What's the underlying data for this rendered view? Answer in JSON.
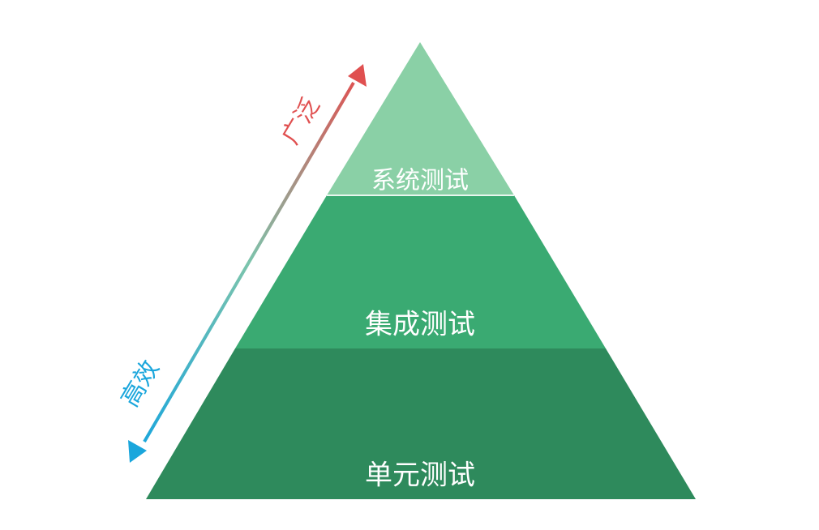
{
  "pyramid": {
    "tiers": [
      {
        "label": "系统测试",
        "color": "#8ad0a6"
      },
      {
        "label": "集成测试",
        "color": "#3aaa72"
      },
      {
        "label": "单元测试",
        "color": "#2e8a5c"
      }
    ],
    "divider_color": "#e8f6ee"
  },
  "axis": {
    "top_label": "广泛",
    "top_color": "#e05050",
    "bottom_label": "高效",
    "bottom_color": "#1aa6dc",
    "mid_color": "#7cc4ac"
  }
}
